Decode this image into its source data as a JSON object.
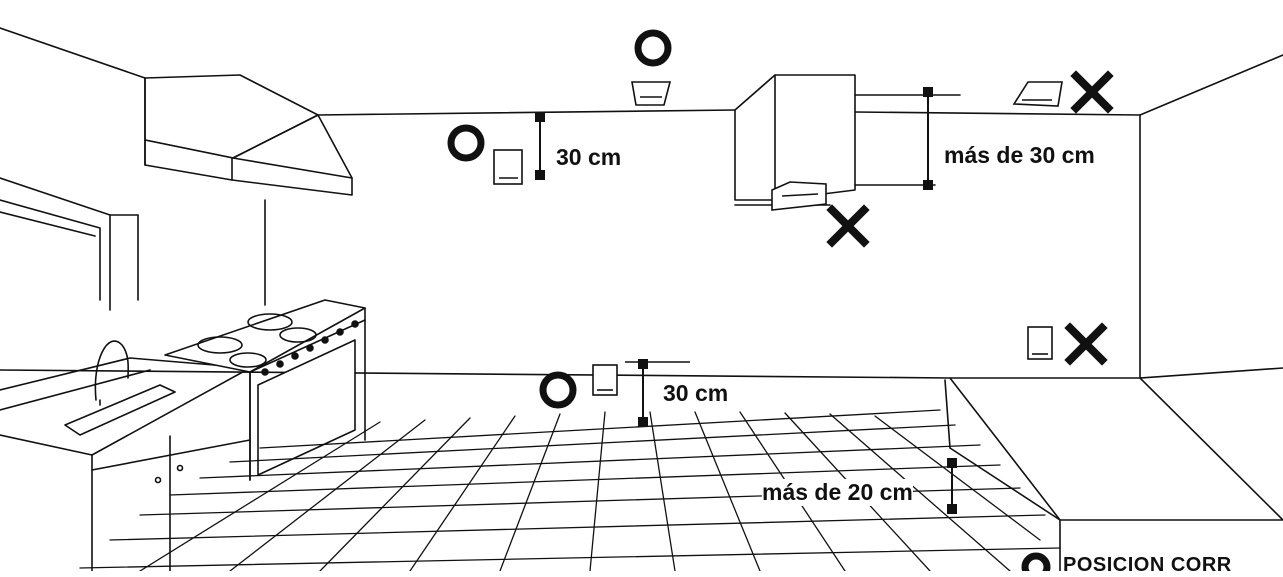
{
  "labels": {
    "ceiling_gap": "30 cm",
    "beam_gap": "más de 30 cm",
    "floor_gap": "30 cm",
    "step_gap": "más de 20 cm"
  },
  "legend": {
    "correct_text": "POSICION CORR"
  },
  "markers": [
    {
      "id": "ceiling-center",
      "verdict": "correct",
      "icon": "circle-icon"
    },
    {
      "id": "wall-near-ceiling",
      "verdict": "correct",
      "icon": "circle-icon"
    },
    {
      "id": "under-beam",
      "verdict": "incorrect",
      "icon": "x-icon"
    },
    {
      "id": "ceiling-corner",
      "verdict": "incorrect",
      "icon": "x-icon"
    },
    {
      "id": "wall-middle",
      "verdict": "incorrect",
      "icon": "x-icon"
    },
    {
      "id": "wall-near-floor",
      "verdict": "correct",
      "icon": "circle-icon"
    }
  ],
  "colors": {
    "ink": "#111111",
    "background": "#ffffff"
  }
}
